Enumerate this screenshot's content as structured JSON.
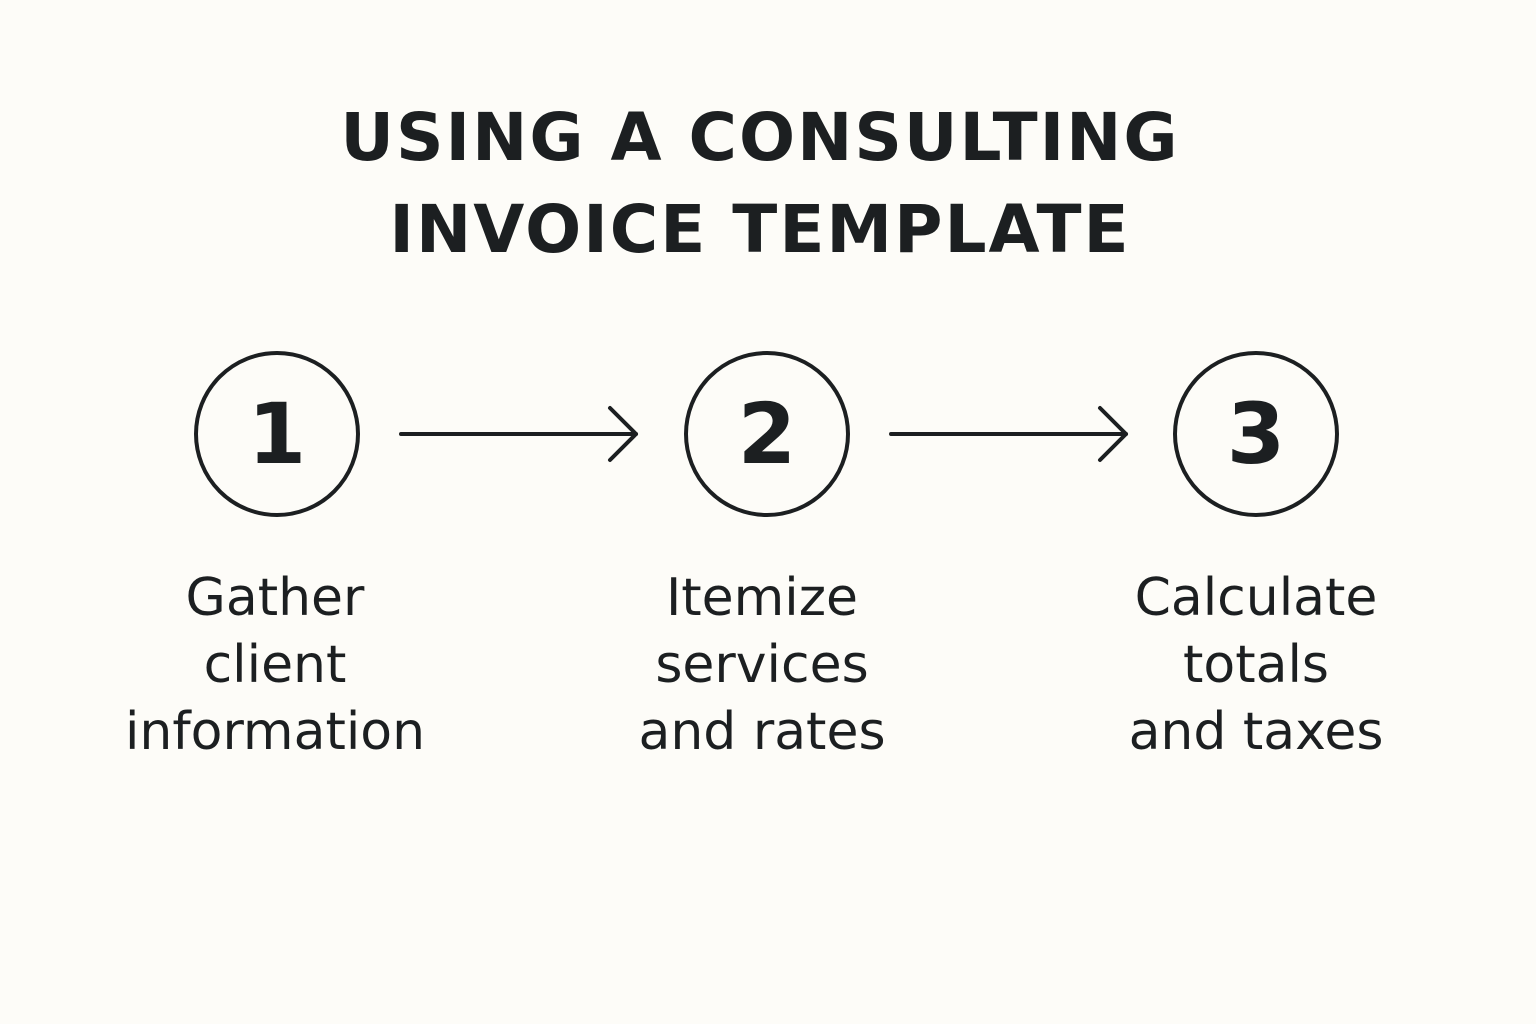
{
  "colors": {
    "background": "#fdfcf8",
    "ink": "#1c1f21"
  },
  "title": {
    "line1": "USING A CONSULTING",
    "line2": "INVOICE TEMPLATE"
  },
  "steps": [
    {
      "number": "1",
      "label_lines": [
        "Gather",
        "client",
        "information"
      ]
    },
    {
      "number": "2",
      "label_lines": [
        "Itemize",
        "services",
        "and rates"
      ]
    },
    {
      "number": "3",
      "label_lines": [
        "Calculate",
        "totals",
        "and taxes"
      ]
    }
  ],
  "connectors": [
    {
      "from": "1",
      "to": "2",
      "icon": "arrow-right-icon"
    },
    {
      "from": "2",
      "to": "3",
      "icon": "arrow-right-icon"
    }
  ]
}
